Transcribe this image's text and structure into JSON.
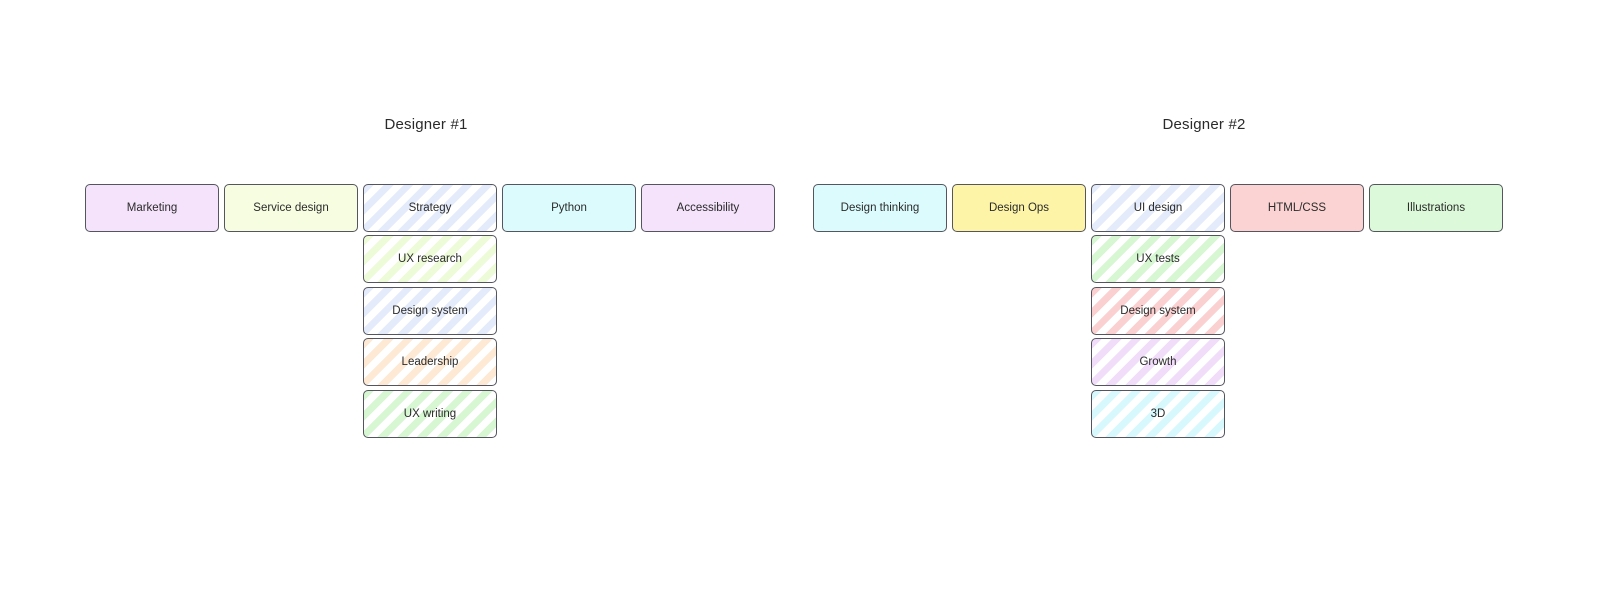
{
  "designer1": {
    "title": "Designer #1",
    "top_row": [
      {
        "label": "Marketing",
        "fill": "solid",
        "color": "#f4e3fb"
      },
      {
        "label": "Service design",
        "fill": "solid",
        "color": "#f6fde0"
      },
      {
        "label": "Strategy",
        "fill": "striped",
        "color": "#e4ebfb"
      },
      {
        "label": "Python",
        "fill": "solid",
        "color": "#dcfbfd"
      },
      {
        "label": "Accessibility",
        "fill": "solid",
        "color": "#f4e3fb"
      }
    ],
    "column": [
      {
        "label": "UX research",
        "fill": "striped",
        "color": "#eefbd8"
      },
      {
        "label": "Design system",
        "fill": "striped",
        "color": "#e4ebfb"
      },
      {
        "label": "Leadership",
        "fill": "striped",
        "color": "#fde9d4"
      },
      {
        "label": "UX writing",
        "fill": "striped",
        "color": "#d6f7d2"
      }
    ]
  },
  "designer2": {
    "title": "Designer #2",
    "top_row": [
      {
        "label": "Design thinking",
        "fill": "solid",
        "color": "#dcfbfd"
      },
      {
        "label": "Design Ops",
        "fill": "solid",
        "color": "#fdf4a8"
      },
      {
        "label": "UI design",
        "fill": "striped",
        "color": "#e4ebfb"
      },
      {
        "label": "HTML/CSS",
        "fill": "solid",
        "color": "#fbd3d3"
      },
      {
        "label": "Illustrations",
        "fill": "solid",
        "color": "#dcfad9"
      }
    ],
    "column": [
      {
        "label": "UX tests",
        "fill": "striped",
        "color": "#d6f7d2"
      },
      {
        "label": "Design system",
        "fill": "striped",
        "color": "#fbd0d0"
      },
      {
        "label": "Growth",
        "fill": "striped",
        "color": "#f1ddfa"
      },
      {
        "label": "3D",
        "fill": "striped",
        "color": "#d7f8fd"
      }
    ]
  }
}
